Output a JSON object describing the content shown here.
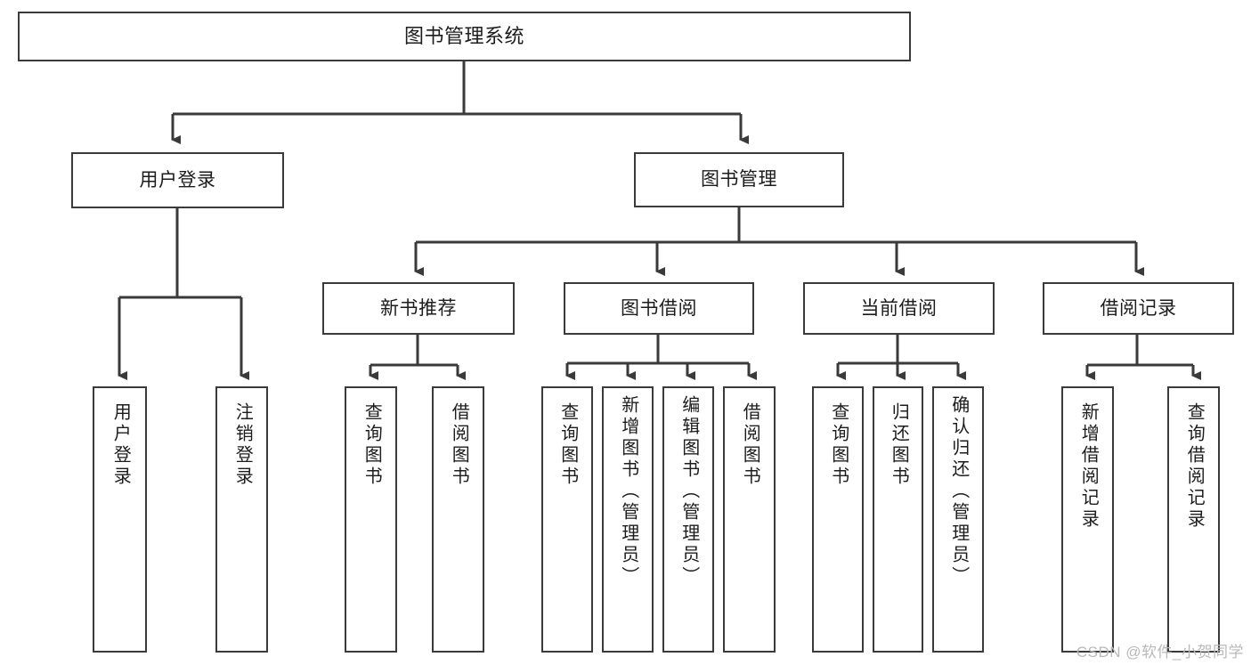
{
  "diagram": {
    "title": "图书管理系统",
    "type": "hierarchy-tree",
    "root": {
      "label": "图书管理系统"
    },
    "level2": [
      {
        "label": "用户登录"
      },
      {
        "label": "图书管理"
      }
    ],
    "level3": [
      {
        "label": "新书推荐"
      },
      {
        "label": "图书借阅"
      },
      {
        "label": "当前借阅"
      },
      {
        "label": "借阅记录"
      }
    ],
    "leaves": [
      {
        "label": "用户登录"
      },
      {
        "label": "注销登录"
      },
      {
        "label": "查询图书"
      },
      {
        "label": "借阅图书"
      },
      {
        "label": "查询图书"
      },
      {
        "label": "新增图书（管理员）"
      },
      {
        "label": "编辑图书（管理员）"
      },
      {
        "label": "借阅图书"
      },
      {
        "label": "查询图书"
      },
      {
        "label": "归还图书"
      },
      {
        "label": "确认归还（管理员）"
      },
      {
        "label": "新增借阅记录"
      },
      {
        "label": "查询借阅记录"
      }
    ]
  },
  "watermark": {
    "text": "CSDN @软件_小贺同学"
  },
  "colors": {
    "stroke": "#3a3a3a",
    "text": "#1c1c1c",
    "background": "#ffffff",
    "watermark": "#b9b9b9"
  }
}
